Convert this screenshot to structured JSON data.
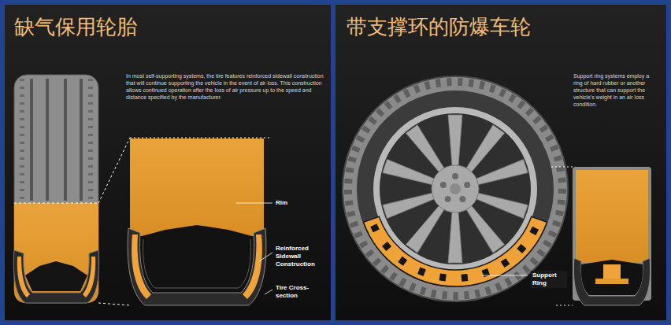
{
  "diagram": {
    "nodes": [
      {
        "text": [
          "缺气保用轮胎",
          "In most self-supporting systems, the tire features reinforced sidewall construction that will continue supporting the vehicle in the event of air loss. This construction allows continued operation after the loss of air pressure up to the speed and distance specified by the manufacturer."
        ]
      },
      {
        "text": [
          "带支撑环的防爆车轮",
          "Support ring systems employ a ring of hard rubber or another structure that can support the vehicle's weight in an air loss condition."
        ]
      }
    ],
    "labels": [
      "Rim",
      "Reinforced Sidewall Construction",
      "Tire Cross-section",
      "Support Ring"
    ]
  }
}
